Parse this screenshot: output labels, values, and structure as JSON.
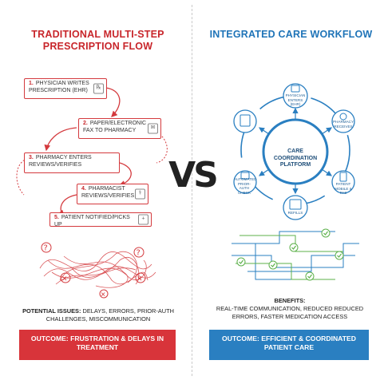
{
  "left": {
    "title": "TRADITIONAL MULTI-STEP PRESCRIPTION FLOW",
    "steps": [
      {
        "num": "1.",
        "text": "PHYSICIAN WRITES PRESCRIPTION (EHR)"
      },
      {
        "num": "2.",
        "text": "PAPER/ELECTRONIC FAX TO PHARMACY"
      },
      {
        "num": "3.",
        "text": "PHARMACY ENTERS REVIEWS/VERIFIES"
      },
      {
        "num": "4.",
        "text": "PHARMACIST REVIEWS/VERIFIES"
      },
      {
        "num": "5.",
        "text": "PATIENT NOTIFIED/PICKS UP"
      }
    ],
    "issues_heading": "POTENTIAL ISSUES:",
    "issues_text": "DELAYS, ERRORS, PRIOR-AUTH CHALLENGES, MISCOMMUNICATION",
    "outcome": "OUTCOME: FRUSTRATION & DELAYS IN TREATMENT"
  },
  "vs": "VS",
  "right": {
    "title": "INTEGRATED CARE WORKFLOW",
    "center": "CARE COORDINATION PLATFORM",
    "nodes": [
      {
        "label": "PHYSICIAN ENTERS (EHR)"
      },
      {
        "label": "PHARMACY RECEIVES"
      },
      {
        "label": "PATIENT MOBILE & PAS"
      },
      {
        "label": "REFILLS"
      },
      {
        "label": "AUTOMATED PRIOR-AUTH CHECK"
      },
      {
        "label": ""
      }
    ],
    "benefits_heading": "BENEFITS:",
    "benefits_text": "REAL-TIME COMMUNICATION, REDUCED REDUCED ERRORS, FASTER MEDICATION ACCESS",
    "outcome": "OUTCOME: EFFICIENT & COORDINATED PATIENT CARE"
  },
  "colors": {
    "red": "#d8343a",
    "blue": "#2a7fc1",
    "green": "#5db14a"
  }
}
